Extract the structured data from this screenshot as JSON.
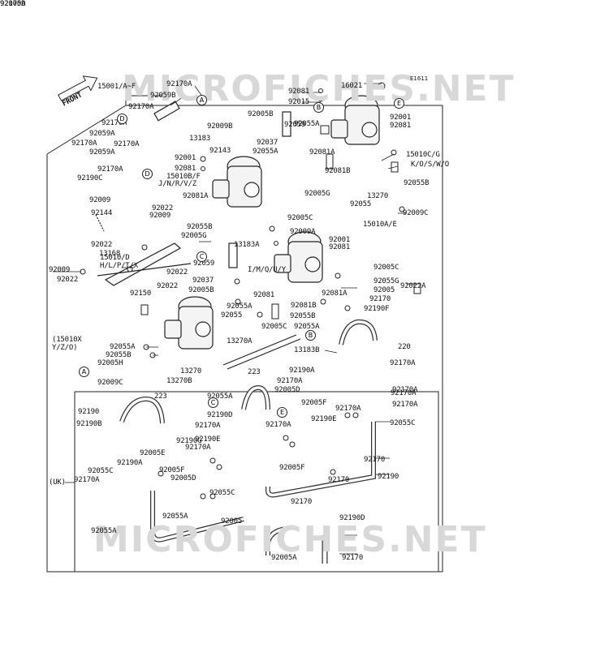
{
  "diagram": {
    "code": "E1611",
    "front_label": "FRONT",
    "watermark": "MICROFICHES.NET",
    "region_uk": "(UK)",
    "labels": [
      "15001/A~F",
      "92170A",
      "92059B",
      "92170A",
      "92170A",
      "92059A",
      "92170A",
      "92170A",
      "92059A",
      "92170A",
      "92190C",
      "92144",
      "92009",
      "92022",
      "92009",
      "92022",
      "13168",
      "92009",
      "92022",
      "15010/D",
      "H/L/P/T/X",
      "92150",
      "92022",
      "(15010X",
      "Y/Z/O)",
      "92055A",
      "92055B",
      "92005H",
      "92009C",
      "13270",
      "13270B",
      "223",
      "92001",
      "92081",
      "15010B/F",
      "J/N/R/V/Z",
      "92081A",
      "92055B",
      "92005G",
      "92059",
      "92022",
      "92037",
      "92005B",
      "92055A",
      "92055",
      "92005C",
      "13183",
      "92009B",
      "92143",
      "92055A",
      "92037",
      "92005B",
      "92059",
      "92081A",
      "92081B",
      "92005G",
      "92055",
      "92005C",
      "92009A",
      "13183A",
      "92001",
      "92081",
      "15010A/E",
      "I/M/Q/U/Y",
      "92055A",
      "92081",
      "92081A",
      "92081B",
      "92055A",
      "92055B",
      "92005C",
      "92055G",
      "92005",
      "92170",
      "92190F",
      "92022A",
      "16021",
      "92081",
      "92015",
      "92001",
      "92081",
      "15010C/G",
      "K/O/S/W/O",
      "92055B",
      "13270",
      "92009C",
      "13270A",
      "223",
      "13183B",
      "220",
      "92170A",
      "92190A",
      "92170A",
      "92005D",
      "92170A",
      "92170A",
      "92005F",
      "92170A",
      "92190E",
      "92055C",
      "92055A",
      "92190",
      "92190B",
      "92170A",
      "92190E",
      "92170A",
      "92005E",
      "92055C",
      "92170A",
      "92005F",
      "92005D",
      "92055C",
      "92055A",
      "92005",
      "92055A",
      "92170",
      "92190",
      "92170",
      "92190D",
      "92170",
      "92005A",
      "92170",
      "92190D",
      "92190G",
      "92190A",
      "92170A",
      "92170A",
      "92005F",
      "92005D",
      "92170A"
    ],
    "callouts": [
      "A",
      "B",
      "C",
      "D",
      "E",
      "A",
      "B",
      "C",
      "D",
      "E"
    ]
  }
}
